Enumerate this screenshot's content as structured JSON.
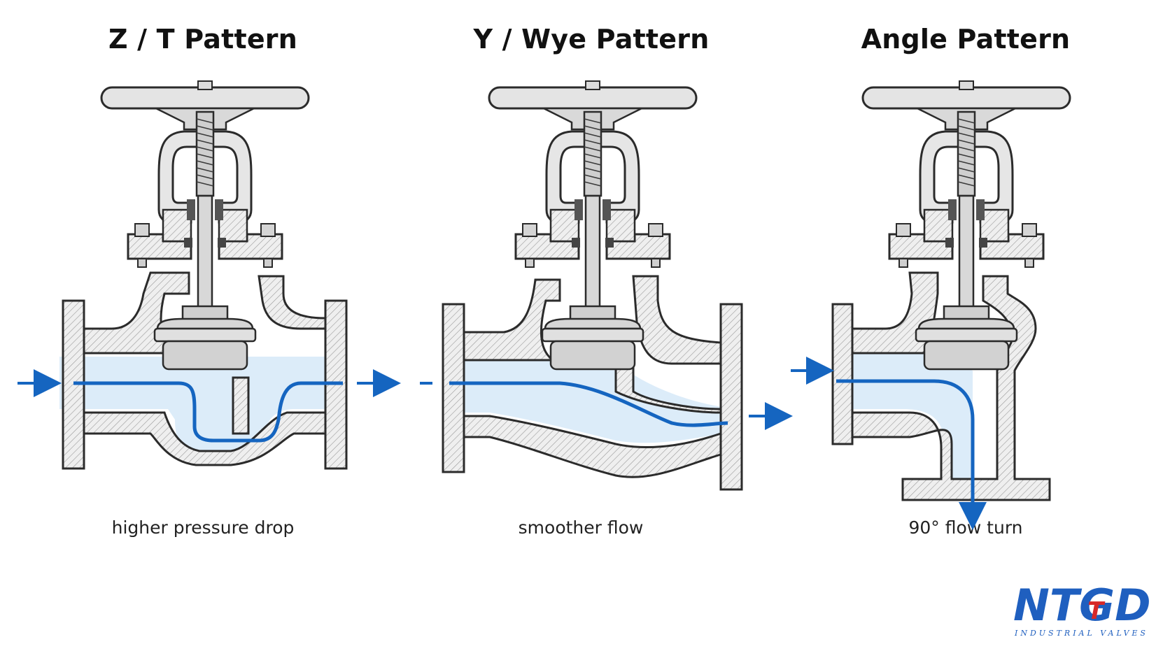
{
  "panels": [
    {
      "title": "Z / T Pattern",
      "caption": "higher pressure drop"
    },
    {
      "title": "Y / Wye Pattern",
      "caption": "smoother flow"
    },
    {
      "title": "Angle Pattern",
      "caption": "90° flow turn"
    }
  ],
  "logo": {
    "text": "NTGD",
    "subtitle": "INDUSTRIAL VALVES"
  },
  "colors": {
    "flow": "#1565c0",
    "fluid": "#dcecf9",
    "metal": "#e6e6e6",
    "outline": "#2b2b2b",
    "logo_blue": "#1f5fbf",
    "logo_red": "#d62828"
  }
}
